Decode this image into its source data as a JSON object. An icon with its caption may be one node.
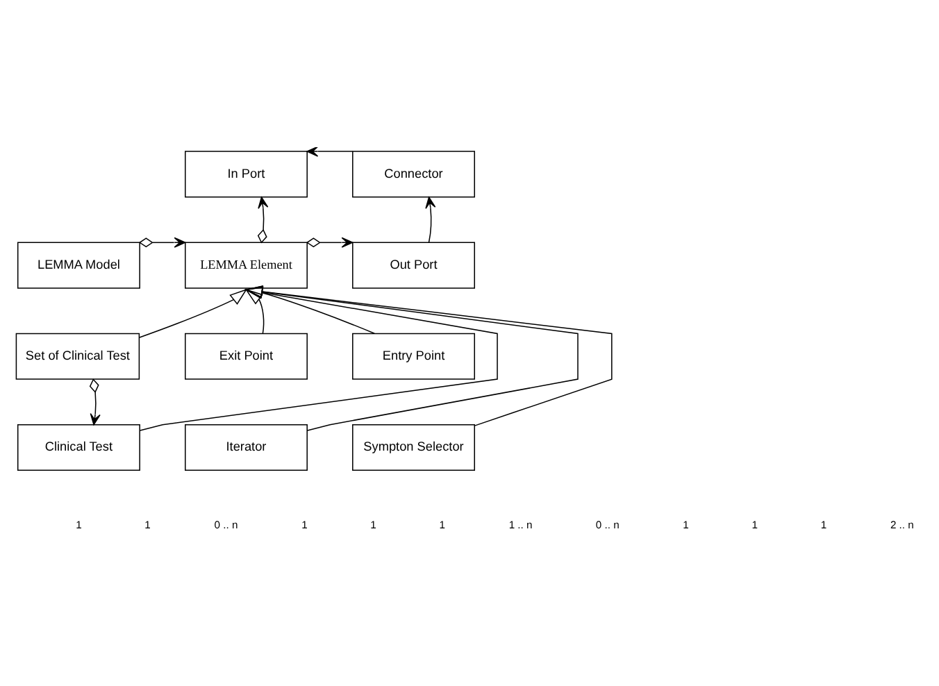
{
  "diagram": {
    "nodes": [
      {
        "text": [
          "In Port"
        ]
      },
      {
        "text": [
          "Connector"
        ]
      },
      {
        "text": [
          "LEMMA Model"
        ]
      },
      {
        "text": [
          "LEMMA Element"
        ]
      },
      {
        "text": [
          "Out Port"
        ]
      },
      {
        "text": [
          "Set of Clinical Test"
        ]
      },
      {
        "text": [
          "Exit Point"
        ]
      },
      {
        "text": [
          "Entry Point"
        ]
      },
      {
        "text": [
          "Clinical Test"
        ]
      },
      {
        "text": [
          "Iterator"
        ]
      },
      {
        "text": [
          "Sympton Selector"
        ]
      }
    ],
    "edges": [
      {
        "from": 1,
        "to": 0,
        "arrow": "to"
      },
      {
        "from": 3,
        "to": 0,
        "arrow": "to"
      },
      {
        "from": 4,
        "to": 1,
        "arrow": "to"
      },
      {
        "from": 2,
        "to": 3,
        "arrow": "to"
      },
      {
        "from": 3,
        "to": 4,
        "arrow": "to"
      },
      {
        "from": 5,
        "to": 3,
        "arrow": "to"
      },
      {
        "from": 8,
        "to": 3,
        "arrow": "to"
      },
      {
        "from": 6,
        "to": 3,
        "arrow": "to"
      },
      {
        "from": 9,
        "to": 3,
        "arrow": "to"
      },
      {
        "from": 7,
        "to": 3,
        "arrow": "to"
      },
      {
        "from": 10,
        "to": 3,
        "arrow": "to"
      },
      {
        "from": 5,
        "to": 8,
        "arrow": "to"
      }
    ],
    "labels": [
      "1",
      "1",
      "0 .. n",
      "1",
      "1",
      "1",
      "1 .. n",
      "0 .. n",
      "1",
      "1",
      "1",
      "2 .. n"
    ]
  }
}
